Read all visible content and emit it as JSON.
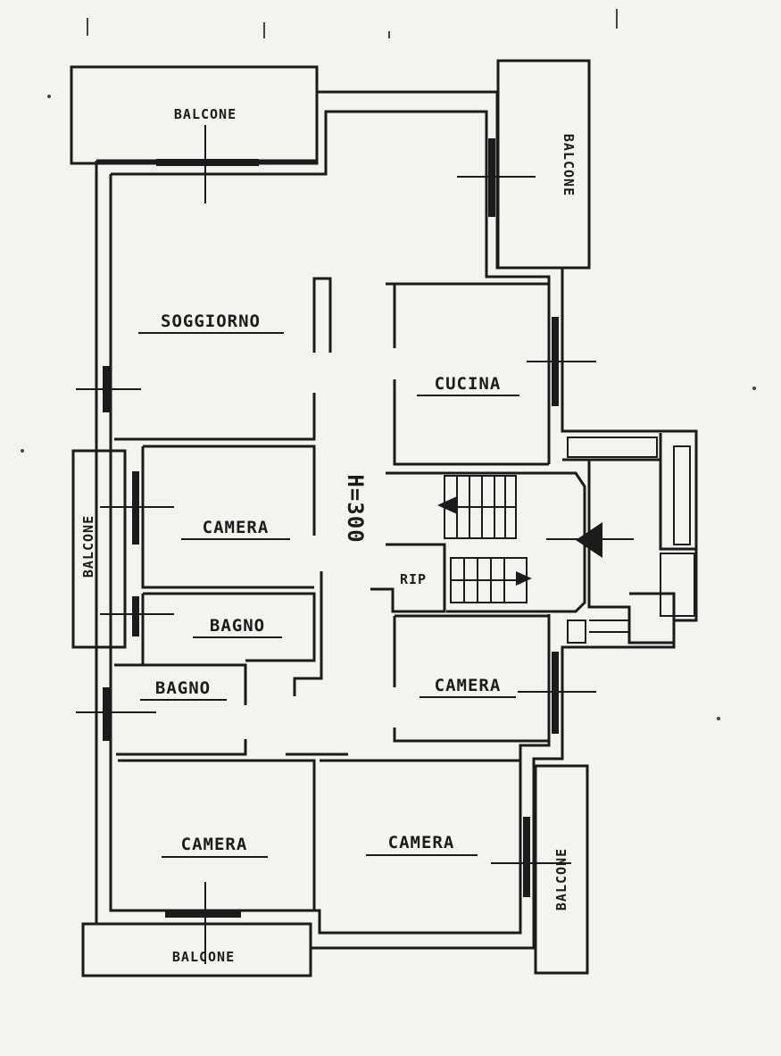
{
  "plan": {
    "rooms": {
      "soggiorno": "SOGGIORNO",
      "cucina": "CUCINA",
      "camera_1": "CAMERA",
      "bagno_1": "BAGNO",
      "bagno_2": "BAGNO",
      "camera_2": "CAMERA",
      "camera_3": "CAMERA",
      "camera_4": "CAMERA"
    },
    "balconies": [
      "BALCONE",
      "BALCONE",
      "BALCONE",
      "BALCONE",
      "BALCONE"
    ],
    "height_label": "H=300",
    "rip_label": "RIP"
  }
}
